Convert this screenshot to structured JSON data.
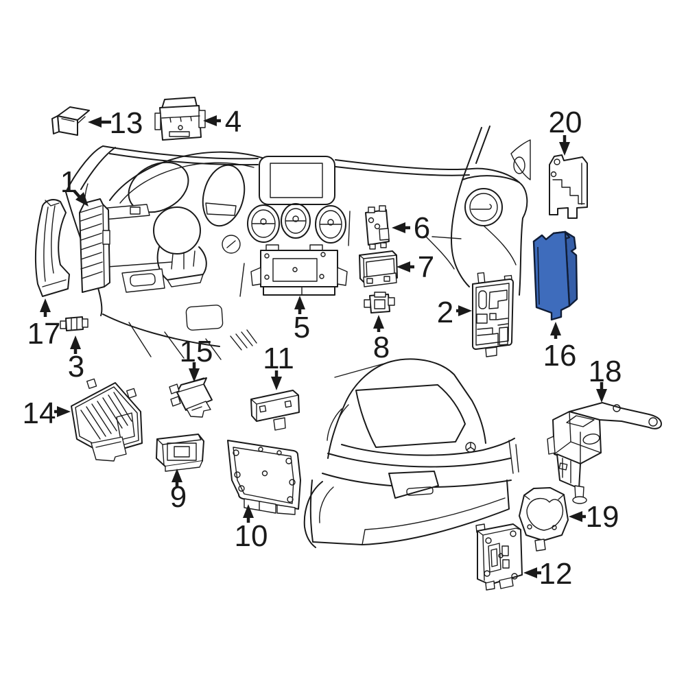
{
  "diagram_type": "vehicle-control-module-parts-diagram",
  "colors": {
    "line": "#1a1a1a",
    "background": "#ffffff",
    "highlight": "#3e6cbc",
    "highlight_top": "#4e79c4",
    "highlight_side": "#355ea8",
    "highlight_stroke": "#101d36"
  },
  "highlighted_part": "16",
  "callouts": [
    {
      "number": "1"
    },
    {
      "number": "2"
    },
    {
      "number": "3"
    },
    {
      "number": "4"
    },
    {
      "number": "5"
    },
    {
      "number": "6"
    },
    {
      "number": "7"
    },
    {
      "number": "8"
    },
    {
      "number": "9"
    },
    {
      "number": "10"
    },
    {
      "number": "11"
    },
    {
      "number": "12"
    },
    {
      "number": "13"
    },
    {
      "number": "14"
    },
    {
      "number": "15"
    },
    {
      "number": "16"
    },
    {
      "number": "17"
    },
    {
      "number": "18"
    },
    {
      "number": "19"
    },
    {
      "number": "20"
    }
  ]
}
